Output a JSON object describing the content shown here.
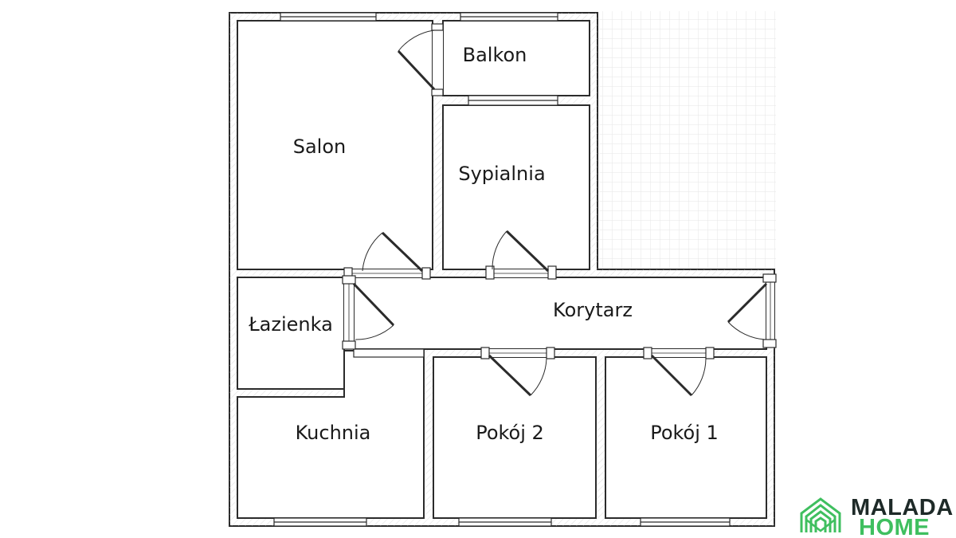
{
  "rooms": {
    "salon": "Salon",
    "balkon": "Balkon",
    "sypialnia": "Sypialnia",
    "lazienka": "Łazienka",
    "korytarz": "Korytarz",
    "kuchnia": "Kuchnia",
    "pokoj2": "Pokój 2",
    "pokoj1": "Pokój 1"
  },
  "logo": {
    "line1": "MALADA",
    "line2": "HOME",
    "icon": "house-icon"
  },
  "colors": {
    "wall": "#2b2b2b",
    "wall_fill": "#ffffff",
    "grid": "#e3e3e3",
    "logo_dark": "#1e2a28",
    "logo_green": "#3fbf5f"
  }
}
